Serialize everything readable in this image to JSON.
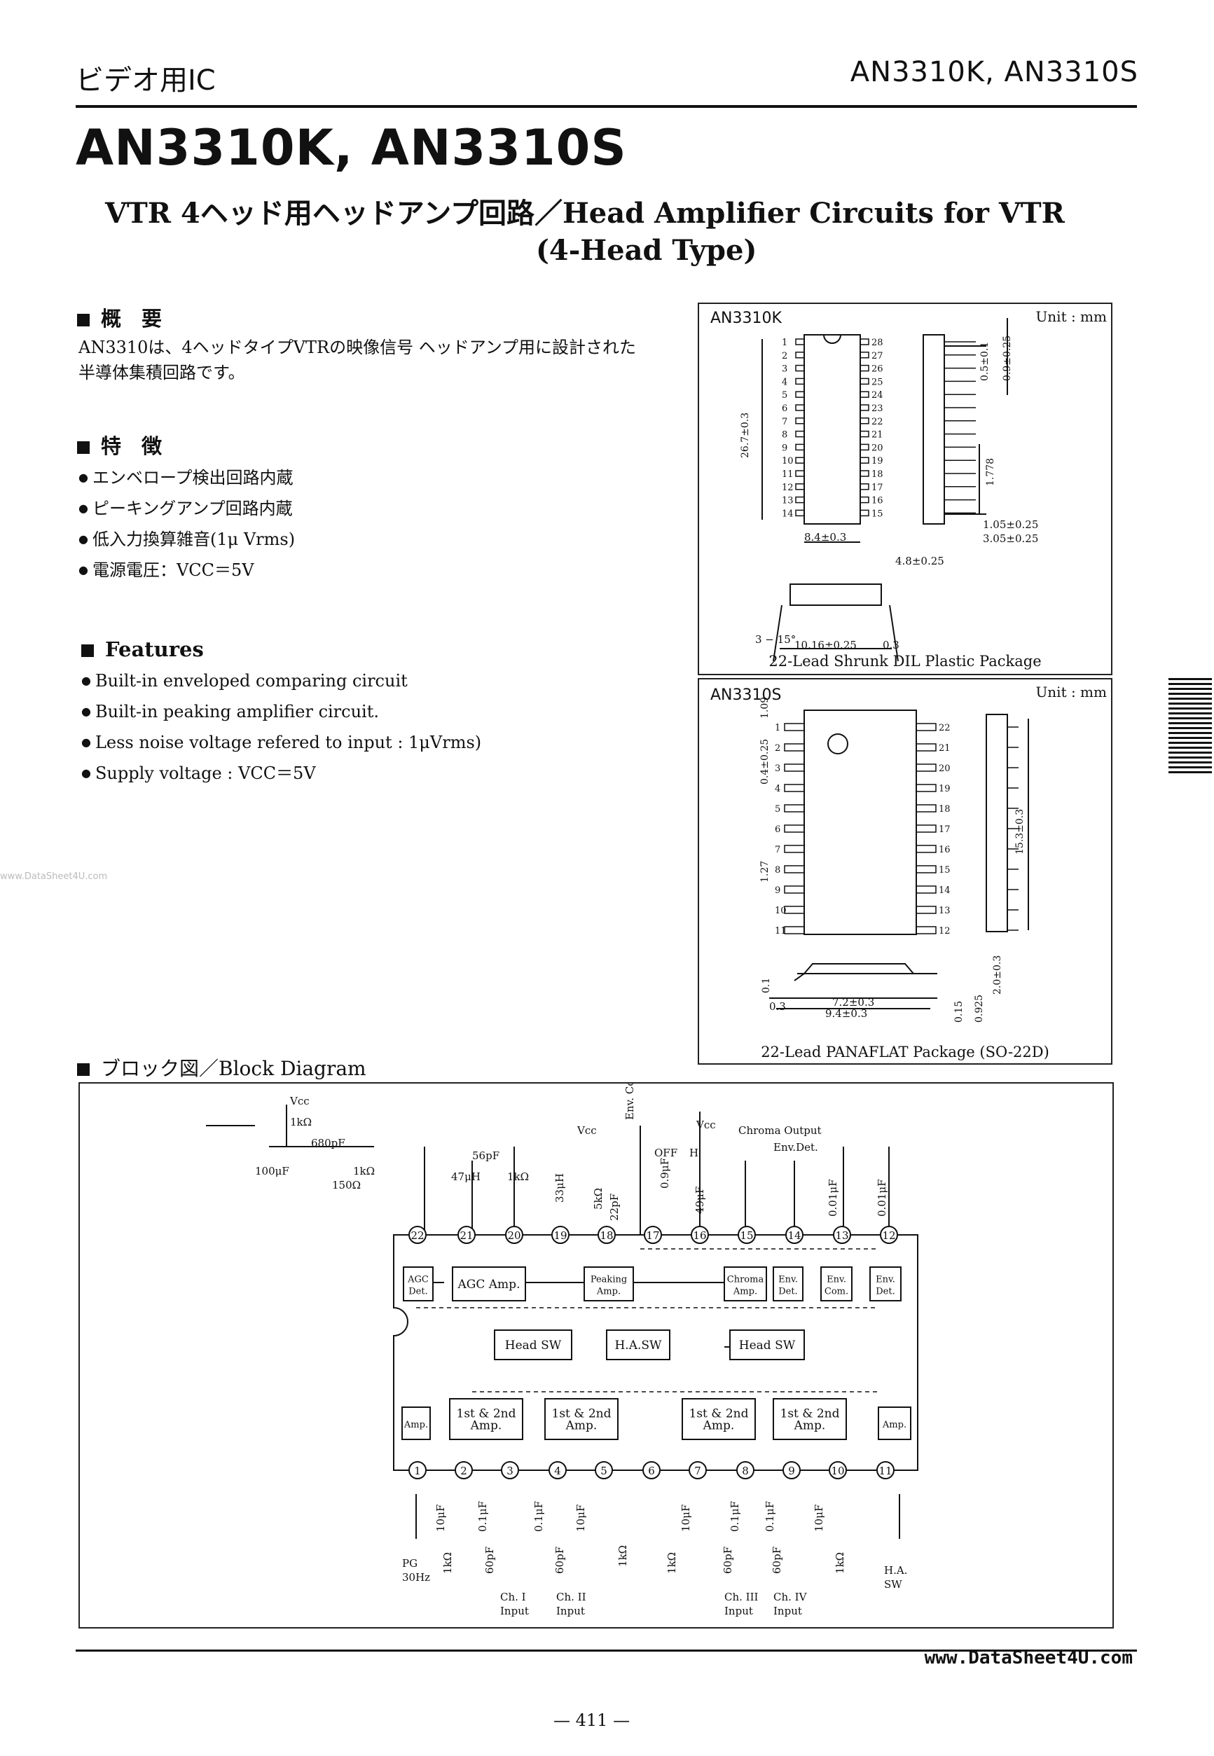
{
  "header": {
    "left": "ビデオ用IC",
    "right": "AN3310K, AN3310S"
  },
  "title": "AN3310K, AN3310S",
  "subtitle_line1": "VTR 4ヘッド用ヘッドアンプ回路／Head Amplifier Circuits for VTR",
  "subtitle_line2": "(4-Head Type)",
  "overview": {
    "heading": "概　要",
    "text_line1": "AN3310は、4ヘッドタイプVTRの映像信号 ヘッドアンプ用に設計された",
    "text_line2": "半導体集積回路です。"
  },
  "features_jp": {
    "heading": "特　徴",
    "items": [
      "エンベロープ検出回路内蔵",
      "ピーキングアンプ回路内蔵",
      "低入力換算雑音(1μ Vrms)",
      "電源電圧：VCC＝5V"
    ]
  },
  "features_en": {
    "heading": "Features",
    "items": [
      "Built-in enveloped comparing circuit",
      "Built-in peaking amplifier circuit.",
      "Less noise voltage refered to input : 1μVrms)",
      "Supply voltage : VCC＝5V"
    ]
  },
  "package_k": {
    "name": "AN3310K",
    "unit": "Unit : mm",
    "caption": "22-Lead Shrunk DIL Plastic Package",
    "pins_left": [
      "1",
      "2",
      "3",
      "4",
      "5",
      "6",
      "7",
      "8",
      "9",
      "10",
      "11",
      "12",
      "13",
      "14"
    ],
    "pins_right": [
      "28",
      "27",
      "26",
      "25",
      "24",
      "23",
      "22",
      "21",
      "20",
      "19",
      "18",
      "17",
      "16",
      "15"
    ],
    "dims": [
      "26.7±0.3",
      "8.4±0.3",
      "4.8±0.25",
      "1.05±0.25",
      "3.05±0.25",
      "0.5±0.1",
      "0.9±0.25",
      "1.778",
      "10.16±0.25",
      "3 − 15°",
      "0.3"
    ]
  },
  "package_s": {
    "name": "AN3310S",
    "unit": "Unit : mm",
    "caption": "22-Lead PANAFLAT Package (SO-22D)",
    "pins_left": [
      "1",
      "2",
      "3",
      "4",
      "5",
      "6",
      "7",
      "8",
      "9",
      "10",
      "11"
    ],
    "pins_right": [
      "22",
      "21",
      "20",
      "19",
      "18",
      "17",
      "16",
      "15",
      "14",
      "13",
      "12"
    ],
    "dims": [
      "1.09",
      "0.4±0.25",
      "1.27",
      "15.3±0.3",
      "7.2±0.3",
      "9.4±0.3",
      "2.0±0.3",
      "0.15",
      "0.925",
      "0.3",
      "0.1"
    ]
  },
  "block_diagram": {
    "heading": "ブロック図／Block Diagram",
    "blocks": [
      "AGC Det.",
      "AGC Amp.",
      "Peaking Amp.",
      "Chroma Amp.",
      "Env. Det.",
      "Env. Com.",
      "Env. Det.",
      "Head SW",
      "H.A.SW",
      "Head SW",
      "Amp.",
      "1st & 2nd Amp.",
      "1st & 2nd Amp.",
      "1st & 2nd Amp.",
      "1st & 2nd Amp.",
      "Amp."
    ],
    "top_pins": [
      "22",
      "21",
      "20",
      "19",
      "18",
      "17",
      "16",
      "15",
      "14",
      "13",
      "12"
    ],
    "bottom_pins": [
      "1",
      "2",
      "3",
      "4",
      "5",
      "6",
      "7",
      "8",
      "9",
      "10",
      "11"
    ],
    "labels_top": [
      "Vcc",
      "1kΩ",
      "680pF",
      "100μF",
      "150Ω",
      "1kΩ",
      "56pF",
      "47μH",
      "1kΩ",
      "Vcc",
      "33μH",
      "5kΩ",
      "22pF",
      "Env. Com.",
      "OFF",
      "H",
      "0.9μF",
      "49μF",
      "Vcc",
      "Chroma Output",
      "Env.Det.",
      "0.01μF",
      "0.01μF"
    ],
    "labels_bottom": [
      "PG 30Hz",
      "10μF",
      "1kΩ",
      "0.1μF",
      "60pF",
      "Ch. I Input",
      "0.1μF",
      "10μF",
      "60pF",
      "Ch. II Input",
      "1kΩ",
      "10μF",
      "1kΩ",
      "0.1μF",
      "60pF",
      "Ch. III Input",
      "0.1μF",
      "10μF",
      "60pF",
      "Ch. IV Input",
      "1kΩ",
      "H.A. SW"
    ]
  },
  "footer": {
    "page_number": "— 411 —",
    "url": "www.DataSheet4U.com",
    "watermark": "www.DataSheet4U.com"
  }
}
